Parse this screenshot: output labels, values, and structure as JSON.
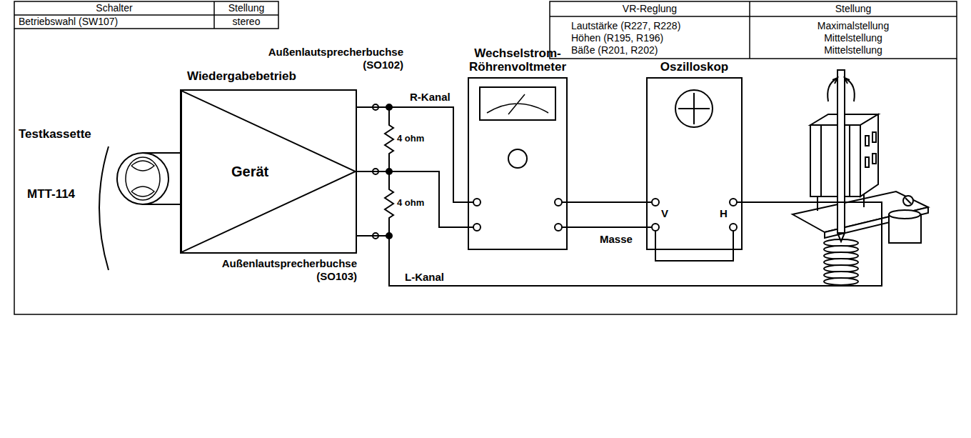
{
  "diagram": {
    "nodes": [
      {
        "text": [
          "Wiedergabebetrieb",
          "Gerät"
        ]
      },
      {
        "text": [
          "Wechselstrom- Röhrenvoltmeter"
        ]
      },
      {
        "text": [
          "Oszilloskop"
        ]
      }
    ],
    "edges": [
      {
        "from": 0,
        "to": 1,
        "label": "R-Kanal",
        "arrow": "none"
      },
      {
        "from": 0,
        "to": 1,
        "arrow": "none"
      },
      {
        "from": 1,
        "to": 2,
        "arrow": "none"
      },
      {
        "from": 1,
        "to": 2,
        "arrow": "none"
      },
      {
        "from": 0,
        "to": 2,
        "label": "L-Kanal",
        "arrow": "none"
      }
    ],
    "labels": [
      "Schalter",
      "Stellung",
      "Betriebswahl (SW107)",
      "stereo",
      "VR-Reglung",
      "Stellung",
      "Lautstärke (R227, R228)",
      "Höhen (R195, R196)",
      "Bäße (R201, R202)",
      "Maximalstellung",
      "Mittelstellung",
      "Mittelstellung",
      "Testkassette",
      "MTT-114",
      "Außenlautsprecherbuchse (SO102)",
      "4 ohm",
      "4 ohm",
      "Masse",
      "V",
      "H",
      "Außenlautsprecherbuchse (SO103)"
    ]
  }
}
